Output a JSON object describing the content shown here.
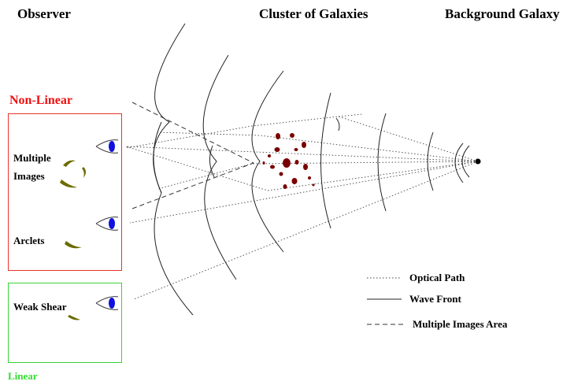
{
  "headers": {
    "observer": "Observer",
    "cluster": "Cluster of Galaxies",
    "background": "Background Galaxy"
  },
  "regimes": {
    "nonlinear": "Non-Linear",
    "linear": "Linear"
  },
  "effects": {
    "multiple_images_line1": "Multiple",
    "multiple_images_line2": "Images",
    "arclets": "Arclets",
    "weak_shear": "Weak Shear"
  },
  "legend": {
    "optical_path": "Optical Path",
    "wave_front": "Wave Front",
    "multiple_images_area": "Multiple Images Area"
  },
  "colors": {
    "nonlinear_box": "#e8332a",
    "linear_box": "#3ad13a",
    "nonlinear_text": "#ee1111",
    "linear_text": "#33dd33",
    "galaxy_blob": "#7a0000",
    "eye_iris": "#1010e0",
    "arc_image": "#6b6b00"
  },
  "icons": [
    "eye-icon",
    "galaxy-point-icon",
    "lensing-arc-icon"
  ]
}
